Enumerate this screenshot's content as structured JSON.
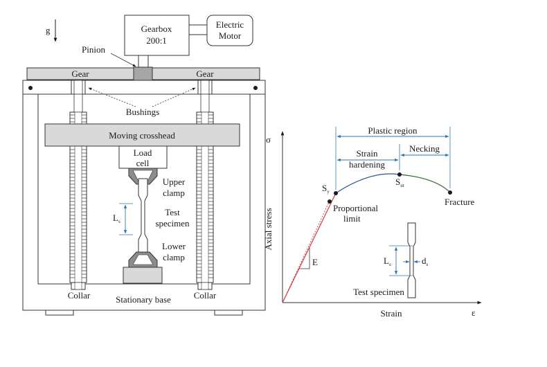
{
  "machine": {
    "gravity": "g",
    "gearbox_line1": "Gearbox",
    "gearbox_line2": "200:1",
    "motor_line1": "Electric",
    "motor_line2": "Motor",
    "pinion": "Pinion",
    "gear_left": "Gear",
    "gear_right": "Gear",
    "bushings": "Bushings",
    "crosshead": "Moving crosshead",
    "loadcell_line1": "Load",
    "loadcell_line2": "cell",
    "upper_clamp_line1": "Upper",
    "upper_clamp_line2": "clamp",
    "specimen_line1": "Test",
    "specimen_line2": "specimen",
    "lower_clamp_line1": "Lower",
    "lower_clamp_line2": "clamp",
    "gauge_length": "L",
    "gauge_length_sub": "s",
    "collar_left": "Collar",
    "collar_right": "Collar",
    "base": "Stationary base"
  },
  "curve": {
    "sigma": "σ",
    "epsilon": "ε",
    "y_axis": "Axial stress",
    "x_axis": "Strain",
    "plastic_region": "Plastic region",
    "strain_line1": "Strain",
    "strain_line2": "hardening",
    "necking": "Necking",
    "sy": "S",
    "sy_sub": "y",
    "sut": "S",
    "sut_sub": "ut",
    "prop_line1": "Proportional",
    "prop_line2": "limit",
    "fracture": "Fracture",
    "modulus": "E",
    "specimen_label": "Test specimen",
    "ls": "L",
    "ls_sub": "s",
    "ds": "d",
    "ds_sub": "s",
    "colors": {
      "elastic": "#d03b3b",
      "hardening": "#2f5597",
      "necking": "#3a6b35",
      "dimension": "#2e75b6"
    }
  }
}
